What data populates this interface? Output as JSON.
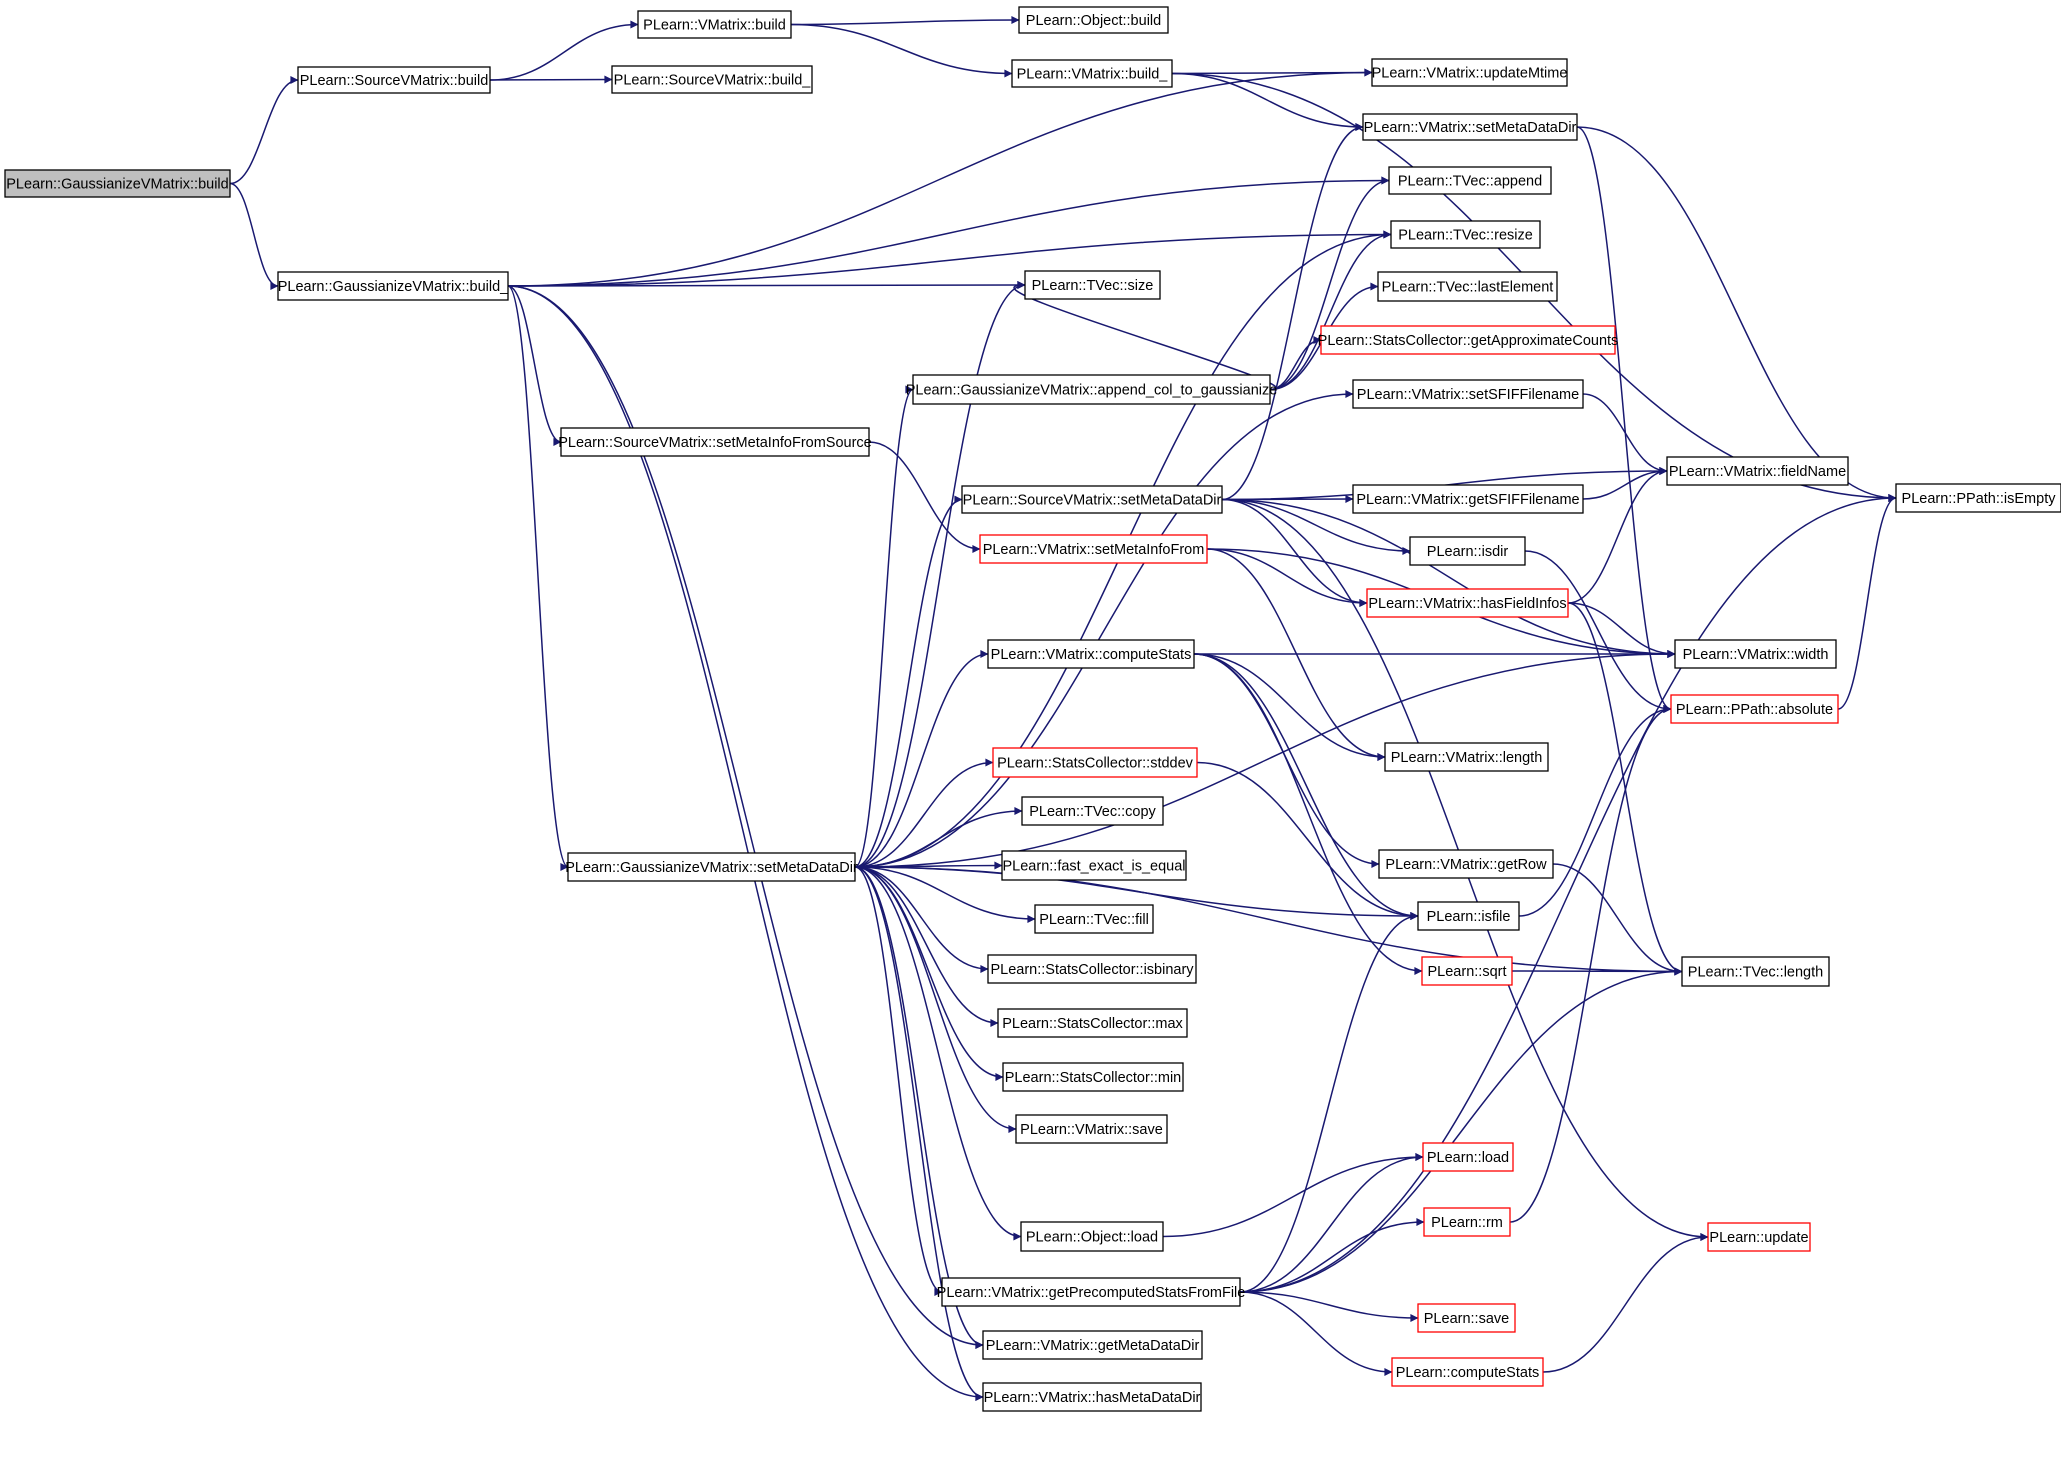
{
  "colors": {
    "edge": "#191970",
    "node_border": "#000000",
    "truncated_border": "#ff0000",
    "root_fill": "#bfbfbf",
    "node_fill": "#ffffff"
  },
  "nodes": [
    {
      "id": "gv_build",
      "label": "PLearn::GaussianizeVMatrix::build",
      "root": true
    },
    {
      "id": "src_build",
      "label": "PLearn::SourceVMatrix::build"
    },
    {
      "id": "vm_build",
      "label": "PLearn::VMatrix::build"
    },
    {
      "id": "obj_build",
      "label": "PLearn::Object::build"
    },
    {
      "id": "vm_build_",
      "label": "PLearn::VMatrix::build_"
    },
    {
      "id": "src_build_",
      "label": "PLearn::SourceVMatrix::build_"
    },
    {
      "id": "vm_updateMtime",
      "label": "PLearn::VMatrix::updateMtime"
    },
    {
      "id": "vm_setMetaDataDir",
      "label": "PLearn::VMatrix::setMetaDataDir"
    },
    {
      "id": "pp_isEmpty",
      "label": "PLearn::PPath::isEmpty"
    },
    {
      "id": "gv_build_",
      "label": "PLearn::GaussianizeVMatrix::build_"
    },
    {
      "id": "tv_append",
      "label": "PLearn::TVec::append"
    },
    {
      "id": "tv_resize",
      "label": "PLearn::TVec::resize"
    },
    {
      "id": "tv_size",
      "label": "PLearn::TVec::size"
    },
    {
      "id": "tv_lastElement",
      "label": "PLearn::TVec::lastElement"
    },
    {
      "id": "sc_getApproxCounts",
      "label": "PLearn::StatsCollector::getApproximateCounts",
      "truncated": true
    },
    {
      "id": "gv_append_col",
      "label": "PLearn::GaussianizeVMatrix::append_col_to_gaussianize"
    },
    {
      "id": "vm_setSFIF",
      "label": "PLearn::VMatrix::setSFIFFilename"
    },
    {
      "id": "src_setMetaInfo",
      "label": "PLearn::SourceVMatrix::setMetaInfoFromSource"
    },
    {
      "id": "vm_fieldName",
      "label": "PLearn::VMatrix::fieldName"
    },
    {
      "id": "src_setMetaDataDir",
      "label": "PLearn::SourceVMatrix::setMetaDataDir"
    },
    {
      "id": "vm_getSFIF",
      "label": "PLearn::VMatrix::getSFIFFilename"
    },
    {
      "id": "isdir",
      "label": "PLearn::isdir"
    },
    {
      "id": "vm_setMetaInfoFrom",
      "label": "PLearn::VMatrix::setMetaInfoFrom",
      "truncated": true
    },
    {
      "id": "vm_hasFieldInfos",
      "label": "PLearn::VMatrix::hasFieldInfos",
      "truncated": true
    },
    {
      "id": "vm_width",
      "label": "PLearn::VMatrix::width"
    },
    {
      "id": "vm_computeStats",
      "label": "PLearn::VMatrix::computeStats"
    },
    {
      "id": "pp_absolute",
      "label": "PLearn::PPath::absolute",
      "truncated": true
    },
    {
      "id": "vm_length",
      "label": "PLearn::VMatrix::length"
    },
    {
      "id": "sc_stddev",
      "label": "PLearn::StatsCollector::stddev",
      "truncated": true
    },
    {
      "id": "tv_copy",
      "label": "PLearn::TVec::copy"
    },
    {
      "id": "gv_setMetaDataDir",
      "label": "PLearn::GaussianizeVMatrix::setMetaDataDir"
    },
    {
      "id": "fast_exact",
      "label": "PLearn::fast_exact_is_equal"
    },
    {
      "id": "vm_getRow",
      "label": "PLearn::VMatrix::getRow"
    },
    {
      "id": "tv_fill",
      "label": "PLearn::TVec::fill"
    },
    {
      "id": "isfile",
      "label": "PLearn::isfile"
    },
    {
      "id": "sc_isbinary",
      "label": "PLearn::StatsCollector::isbinary"
    },
    {
      "id": "sqrt",
      "label": "PLearn::sqrt",
      "truncated": true
    },
    {
      "id": "tv_length",
      "label": "PLearn::TVec::length"
    },
    {
      "id": "sc_max",
      "label": "PLearn::StatsCollector::max"
    },
    {
      "id": "sc_min",
      "label": "PLearn::StatsCollector::min"
    },
    {
      "id": "vm_save",
      "label": "PLearn::VMatrix::save"
    },
    {
      "id": "load",
      "label": "PLearn::load",
      "truncated": true
    },
    {
      "id": "rm",
      "label": "PLearn::rm",
      "truncated": true
    },
    {
      "id": "obj_load",
      "label": "PLearn::Object::load"
    },
    {
      "id": "update",
      "label": "PLearn::update",
      "truncated": true
    },
    {
      "id": "vm_getPrecomp",
      "label": "PLearn::VMatrix::getPrecomputedStatsFromFile"
    },
    {
      "id": "save",
      "label": "PLearn::save",
      "truncated": true
    },
    {
      "id": "computeStats",
      "label": "PLearn::computeStats",
      "truncated": true
    },
    {
      "id": "vm_getMetaDataDir",
      "label": "PLearn::VMatrix::getMetaDataDir"
    },
    {
      "id": "vm_hasMetaDataDir",
      "label": "PLearn::VMatrix::hasMetaDataDir"
    }
  ],
  "edges": [
    [
      "gv_build",
      "src_build"
    ],
    [
      "gv_build",
      "gv_build_"
    ],
    [
      "src_build",
      "vm_build"
    ],
    [
      "src_build",
      "src_build_"
    ],
    [
      "vm_build",
      "obj_build"
    ],
    [
      "vm_build",
      "vm_build_"
    ],
    [
      "vm_build_",
      "vm_updateMtime"
    ],
    [
      "vm_build_",
      "vm_setMetaDataDir"
    ],
    [
      "vm_build_",
      "pp_isEmpty"
    ],
    [
      "vm_setMetaDataDir",
      "pp_isEmpty"
    ],
    [
      "vm_setMetaDataDir",
      "pp_absolute"
    ],
    [
      "gv_build_",
      "vm_updateMtime"
    ],
    [
      "gv_build_",
      "tv_append"
    ],
    [
      "gv_build_",
      "tv_resize"
    ],
    [
      "gv_build_",
      "tv_size"
    ],
    [
      "gv_build_",
      "src_setMetaInfo"
    ],
    [
      "gv_build_",
      "gv_setMetaDataDir"
    ],
    [
      "gv_build_",
      "vm_getMetaDataDir"
    ],
    [
      "gv_build_",
      "vm_hasMetaDataDir"
    ],
    [
      "gv_append_col",
      "tv_append"
    ],
    [
      "gv_append_col",
      "tv_resize"
    ],
    [
      "gv_append_col",
      "tv_lastElement"
    ],
    [
      "gv_append_col",
      "sc_getApproxCounts"
    ],
    [
      "gv_append_col",
      "tv_size"
    ],
    [
      "src_setMetaInfo",
      "vm_setMetaInfoFrom"
    ],
    [
      "vm_setSFIF",
      "vm_fieldName"
    ],
    [
      "src_setMetaDataDir",
      "vm_setMetaDataDir"
    ],
    [
      "src_setMetaDataDir",
      "vm_fieldName"
    ],
    [
      "src_setMetaDataDir",
      "vm_getSFIF"
    ],
    [
      "src_setMetaDataDir",
      "isdir"
    ],
    [
      "src_setMetaDataDir",
      "vm_hasFieldInfos"
    ],
    [
      "src_setMetaDataDir",
      "vm_width"
    ],
    [
      "src_setMetaDataDir",
      "update"
    ],
    [
      "vm_getSFIF",
      "vm_fieldName"
    ],
    [
      "isdir",
      "pp_absolute"
    ],
    [
      "vm_setMetaInfoFrom",
      "vm_hasFieldInfos"
    ],
    [
      "vm_setMetaInfoFrom",
      "vm_width"
    ],
    [
      "vm_setMetaInfoFrom",
      "vm_length"
    ],
    [
      "vm_hasFieldInfos",
      "vm_fieldName"
    ],
    [
      "vm_hasFieldInfos",
      "vm_width"
    ],
    [
      "vm_hasFieldInfos",
      "tv_length"
    ],
    [
      "pp_absolute",
      "pp_isEmpty"
    ],
    [
      "vm_computeStats",
      "vm_length"
    ],
    [
      "vm_computeStats",
      "vm_width"
    ],
    [
      "vm_computeStats",
      "vm_getRow"
    ],
    [
      "vm_computeStats",
      "isfile"
    ],
    [
      "vm_computeStats",
      "sqrt"
    ],
    [
      "sc_stddev",
      "isfile"
    ],
    [
      "vm_getRow",
      "tv_length"
    ],
    [
      "isfile",
      "pp_absolute"
    ],
    [
      "sqrt",
      "tv_length"
    ],
    [
      "gv_setMetaDataDir",
      "tv_resize"
    ],
    [
      "gv_setMetaDataDir",
      "tv_size"
    ],
    [
      "gv_setMetaDataDir",
      "gv_append_col"
    ],
    [
      "gv_setMetaDataDir",
      "vm_setSFIF"
    ],
    [
      "gv_setMetaDataDir",
      "src_setMetaDataDir"
    ],
    [
      "gv_setMetaDataDir",
      "vm_width"
    ],
    [
      "gv_setMetaDataDir",
      "vm_computeStats"
    ],
    [
      "gv_setMetaDataDir",
      "isfile"
    ],
    [
      "gv_setMetaDataDir",
      "sc_stddev"
    ],
    [
      "gv_setMetaDataDir",
      "tv_copy"
    ],
    [
      "gv_setMetaDataDir",
      "fast_exact"
    ],
    [
      "gv_setMetaDataDir",
      "tv_fill"
    ],
    [
      "gv_setMetaDataDir",
      "sc_isbinary"
    ],
    [
      "gv_setMetaDataDir",
      "sc_max"
    ],
    [
      "gv_setMetaDataDir",
      "sc_min"
    ],
    [
      "gv_setMetaDataDir",
      "vm_save"
    ],
    [
      "gv_setMetaDataDir",
      "tv_length"
    ],
    [
      "gv_setMetaDataDir",
      "obj_load"
    ],
    [
      "gv_setMetaDataDir",
      "vm_getPrecomp"
    ],
    [
      "gv_setMetaDataDir",
      "vm_getMetaDataDir"
    ],
    [
      "gv_setMetaDataDir",
      "vm_hasMetaDataDir"
    ],
    [
      "obj_load",
      "load"
    ],
    [
      "rm",
      "pp_absolute"
    ],
    [
      "vm_getPrecomp",
      "isfile"
    ],
    [
      "vm_getPrecomp",
      "load"
    ],
    [
      "vm_getPrecomp",
      "rm"
    ],
    [
      "vm_getPrecomp",
      "save"
    ],
    [
      "vm_getPrecomp",
      "computeStats"
    ],
    [
      "vm_getPrecomp",
      "tv_length"
    ],
    [
      "vm_getPrecomp",
      "pp_isEmpty"
    ],
    [
      "computeStats",
      "update"
    ]
  ]
}
